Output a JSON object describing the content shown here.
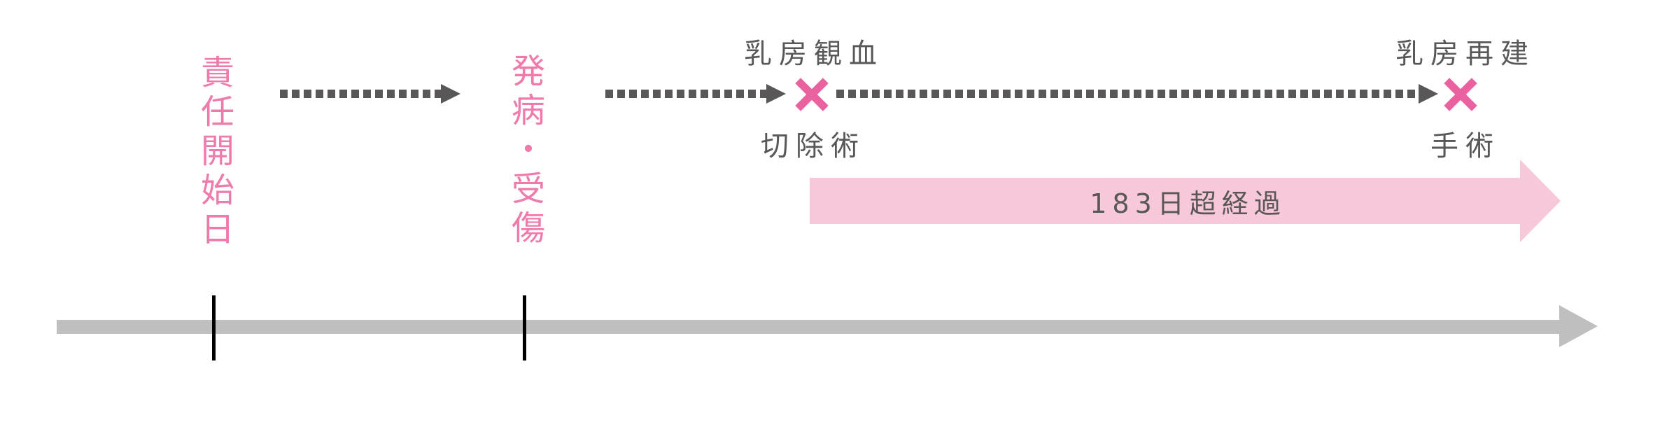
{
  "diagram": {
    "type": "insurance-claim-timeline",
    "milestones": {
      "policy_start": "責任開始日",
      "onset": "発病・受傷"
    },
    "events": [
      {
        "top": "乳房観血",
        "bottom": "切除術"
      },
      {
        "top": "乳房再建",
        "bottom": "手術"
      }
    ],
    "elapsed_banner": "183日超経過",
    "icons": {
      "event_marker": "x-icon",
      "flow_arrow": "dashed-right-arrow-icon",
      "banner_arrow": "pink-right-arrow-icon",
      "axis_arrow": "gray-right-arrow-icon"
    },
    "colors": {
      "milestone_pink": "#ee7bab",
      "x_mark_pink": "#e9619e",
      "banner_pink": "#f6c8da",
      "label_gray": "#595757",
      "axis_gray": "#bfbfbf",
      "tick_black": "#000000"
    }
  }
}
